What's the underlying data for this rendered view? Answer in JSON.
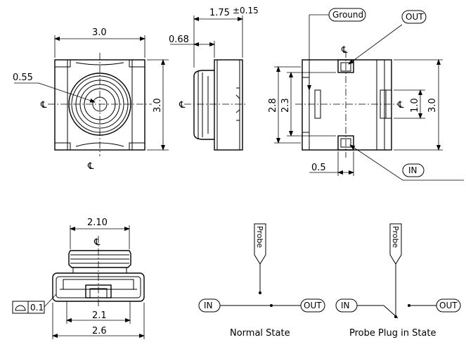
{
  "views": {
    "top_view": {
      "width_dim": "3.0",
      "height_dim": "3.0",
      "hole_dim": "0.55",
      "centerline_symbol": "℄"
    },
    "side_view": {
      "depth_dim": "1.75",
      "depth_tolerance": "±0.15",
      "plug_dim": "0.68",
      "centerline_symbol": "℄"
    },
    "bottom_view": {
      "height_outer": "3.0",
      "height_28": "2.8",
      "height_23": "2.3",
      "inner_dim": "1.0",
      "pad_width": "0.5",
      "centerline_symbol": "℄",
      "callouts": {
        "ground": "Ground",
        "out": "OUT",
        "in": "IN"
      }
    },
    "front_view": {
      "top_width": "2.10",
      "inner_width": "2.1",
      "outer_width": "2.6",
      "flatness_value": "0.1",
      "centerline_symbol": "℄"
    }
  },
  "schematics": {
    "normal": {
      "probe_label": "Probe",
      "in_label": "IN",
      "out_label": "OUT",
      "caption": "Normal State"
    },
    "plugged": {
      "probe_label": "Probe",
      "in_label": "IN",
      "out_label": "OUT",
      "caption": "Probe Plug in State"
    }
  }
}
